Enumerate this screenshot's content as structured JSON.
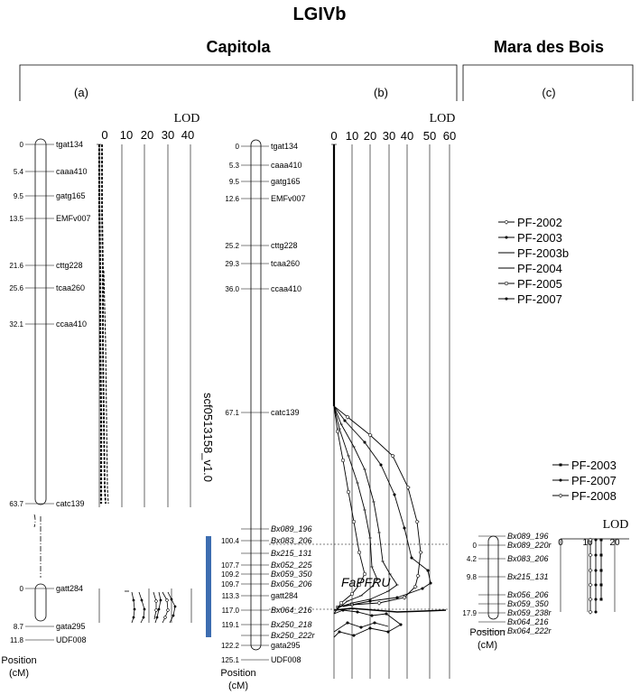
{
  "title": "LGIVb",
  "groups": {
    "capitola": "Capitola",
    "mara": "Mara des Bois"
  },
  "panels": {
    "a": "(a)",
    "b": "(b)",
    "c": "(c)"
  },
  "lod_label": "LOD",
  "position_label": "Position",
  "unit_label": "(cM)",
  "axis_a": [
    "0",
    "10",
    "20",
    "30",
    "40"
  ],
  "axis_b": [
    "0",
    "10",
    "20",
    "30",
    "40",
    "50",
    "60"
  ],
  "axis_c": [
    "0",
    "10",
    "20"
  ],
  "scaffold": "scf0513158_v1.0",
  "qtl_label": "FaPFRU",
  "map_a_top": [
    {
      "pos": "0",
      "name": "tgat134"
    },
    {
      "pos": "5.4",
      "name": "caaa410"
    },
    {
      "pos": "9.5",
      "name": "gatg165"
    },
    {
      "pos": "13.5",
      "name": "EMFv007"
    },
    {
      "pos": "21.6",
      "name": "cttg228"
    },
    {
      "pos": "25.6",
      "name": "tcaa260"
    },
    {
      "pos": "32.1",
      "name": "ccaa410"
    },
    {
      "pos": "63.7",
      "name": "catc139"
    }
  ],
  "map_a_bottom": [
    {
      "pos": "0",
      "name": "gatt284"
    },
    {
      "pos": "8.7",
      "name": "gata295"
    },
    {
      "pos": "11.8",
      "name": "UDF008"
    }
  ],
  "map_b": [
    {
      "pos": "0",
      "name": "tgat134"
    },
    {
      "pos": "5.3",
      "name": "caaa410"
    },
    {
      "pos": "9.5",
      "name": "gatg165"
    },
    {
      "pos": "12.6",
      "name": "EMFv007"
    },
    {
      "pos": "25.2",
      "name": "cttg228"
    },
    {
      "pos": "29.3",
      "name": "tcaa260"
    },
    {
      "pos": "36.0",
      "name": "ccaa410"
    },
    {
      "pos": "67.1",
      "name": "catc139"
    },
    {
      "pos": "",
      "name": "Bx089_196"
    },
    {
      "pos": "100.4",
      "name": "Bx083_206"
    },
    {
      "pos": "",
      "name": "Bx215_131"
    },
    {
      "pos": "107.7",
      "name": "Bx052_225"
    },
    {
      "pos": "109.2",
      "name": "Bx059_350"
    },
    {
      "pos": "109.7",
      "name": "Bx056_206"
    },
    {
      "pos": "113.3",
      "name": "gatt284"
    },
    {
      "pos": "117.0",
      "name": "Bx064_216"
    },
    {
      "pos": "119.1",
      "name": "Bx250_218"
    },
    {
      "pos": "",
      "name": "Bx250_222r"
    },
    {
      "pos": "122.2",
      "name": "gata295"
    },
    {
      "pos": "125.1",
      "name": "UDF008"
    }
  ],
  "map_c": [
    {
      "pos": "",
      "name": "Bx089_196"
    },
    {
      "pos": "0",
      "name": "Bx089_220r"
    },
    {
      "pos": "4.2",
      "name": "Bx083_206"
    },
    {
      "pos": "9.8",
      "name": "Bx215_131"
    },
    {
      "pos": "",
      "name": "Bx056_206"
    },
    {
      "pos": "",
      "name": "Bx059_350"
    },
    {
      "pos": "17.9",
      "name": "Bx059_238r"
    },
    {
      "pos": "",
      "name": "Bx064_216"
    },
    {
      "pos": "",
      "name": "Bx064_222r"
    }
  ],
  "legend_b": [
    "PF-2002",
    "PF-2003",
    "PF-2003b",
    "PF-2004",
    "PF-2005",
    "PF-2007"
  ],
  "legend_c": [
    "PF-2003",
    "PF-2007",
    "PF-2008"
  ]
}
